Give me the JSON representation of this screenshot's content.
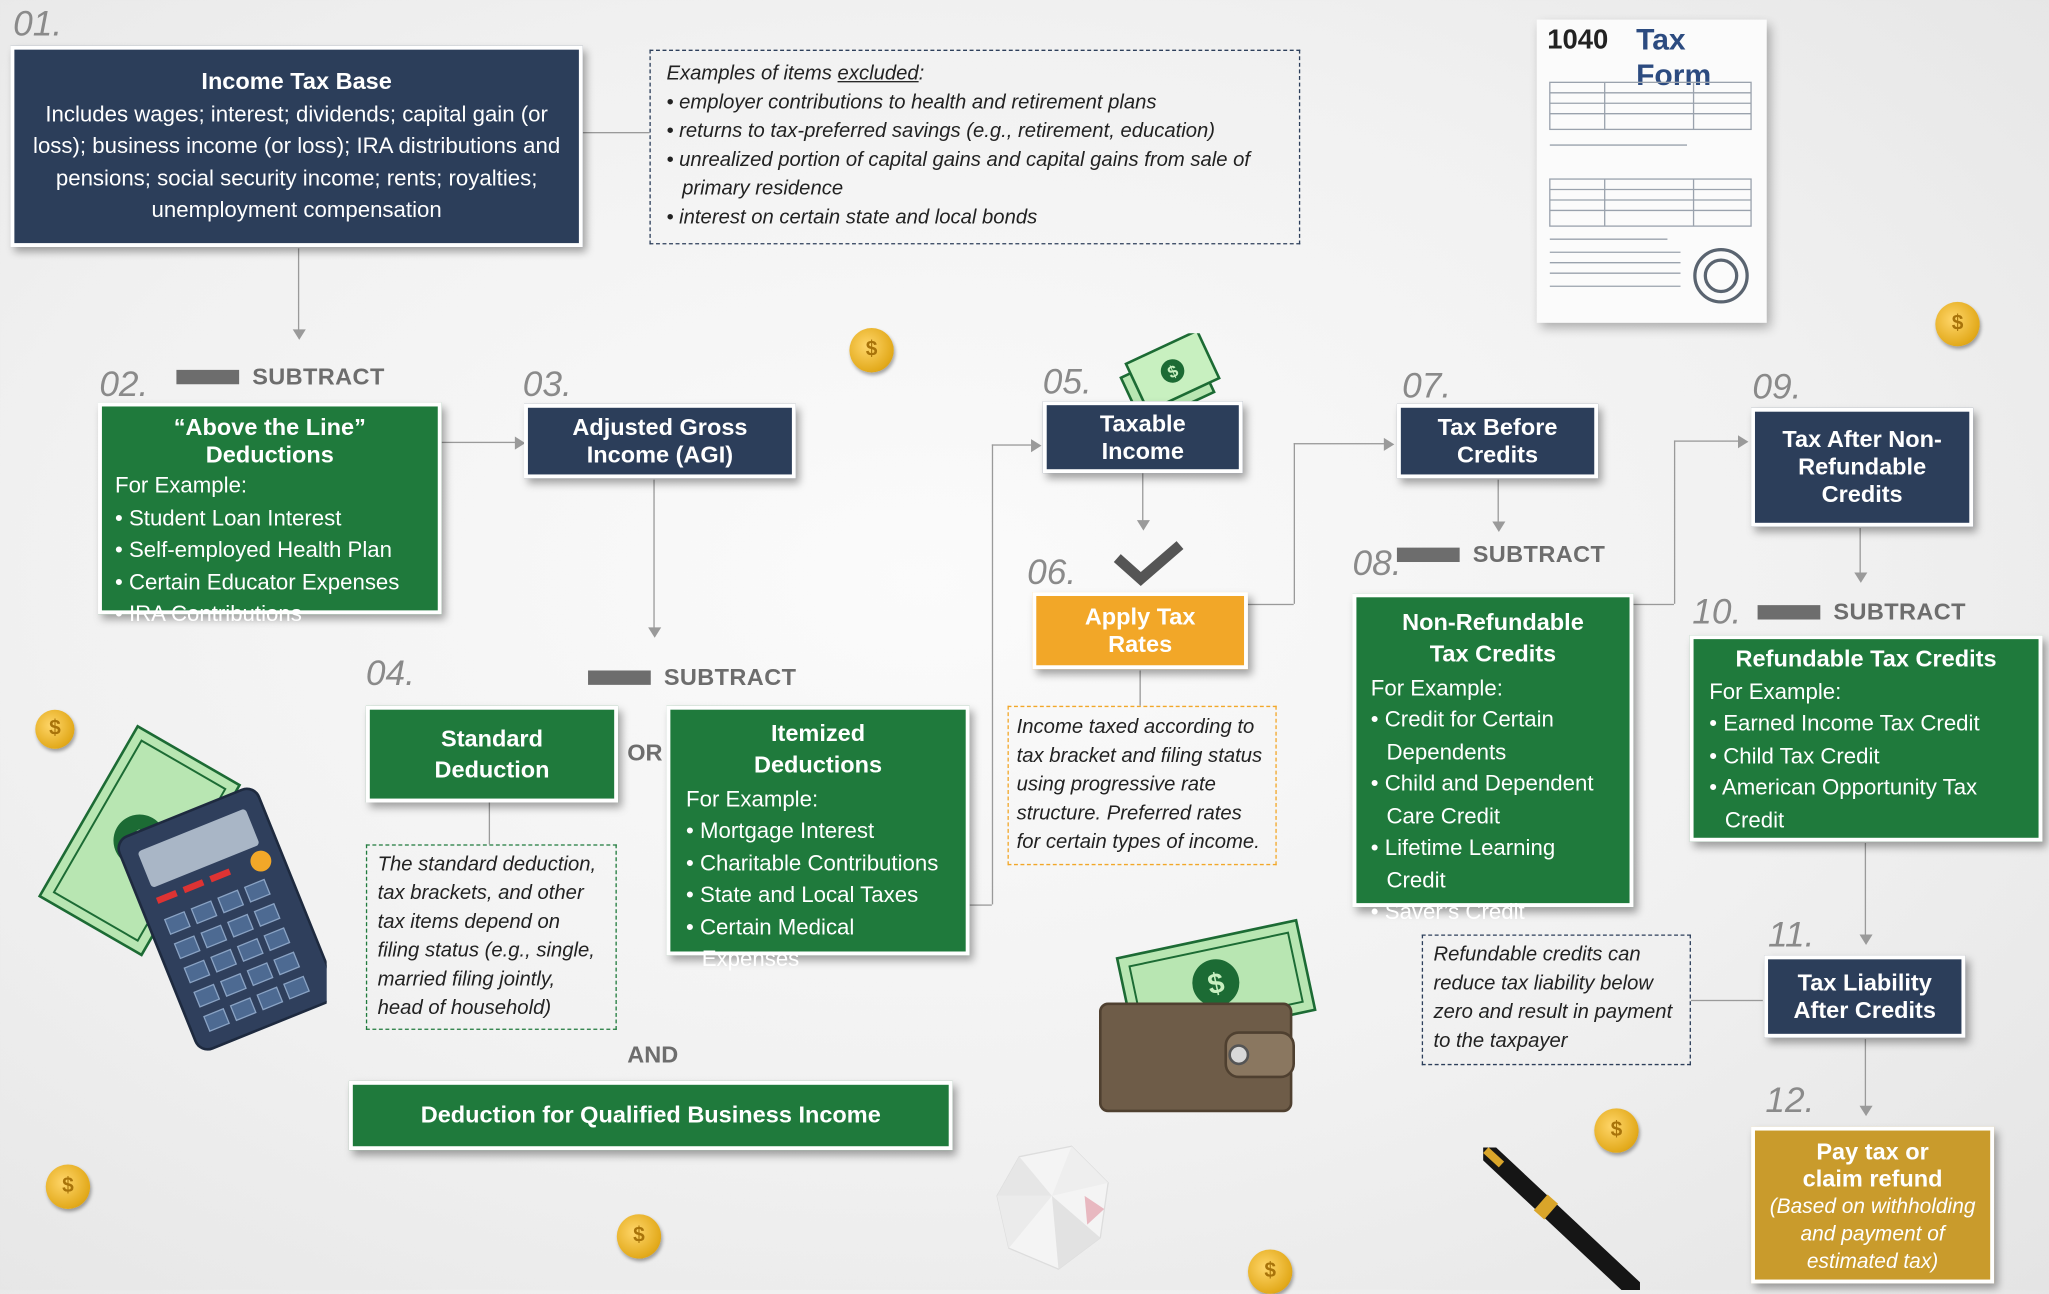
{
  "step_numbers": {
    "s01": "01.",
    "s02": "02.",
    "s03": "03.",
    "s04": "04.",
    "s05": "05.",
    "s06": "06.",
    "s07": "07.",
    "s08": "08.",
    "s09": "09.",
    "s10": "10.",
    "s11": "11.",
    "s12": "12."
  },
  "income_tax_base": {
    "title": "Income Tax Base",
    "body": "Includes wages; interest; dividends; capital gain (or loss); business income (or loss); IRA distributions and pensions; social security income; rents; royalties; unemployment compensation"
  },
  "excluded": {
    "heading_prefix": "Examples of items ",
    "heading_emph": "excluded",
    "heading_suffix": ":",
    "items": [
      "employer contributions to health and retirement plans",
      "returns to tax-preferred savings (e.g., retirement, education)",
      "unrealized portion of capital gains and capital gains from sale of primary residence",
      "interest on certain state and local bonds"
    ]
  },
  "tax_form": {
    "number": "1040",
    "label": "Tax Form"
  },
  "subtract_label": "SUBTRACT",
  "above_line": {
    "title": "“Above the Line” Deductions",
    "for_example": "For Example:",
    "items": [
      "Student Loan Interest",
      "Self-employed Health Plan",
      "Certain Educator Expenses",
      "IRA Contributions"
    ]
  },
  "agi": {
    "title": "Adjusted Gross Income (AGI)"
  },
  "standard_deduction": {
    "title": "Standard Deduction"
  },
  "or_label": "OR",
  "itemized": {
    "title": "Itemized Deductions",
    "for_example": "For Example:",
    "items": [
      "Mortgage Interest",
      "Charitable Contributions",
      "State and Local Taxes",
      "Certain Medical Expenses"
    ]
  },
  "standard_note": "The standard deduction, tax brackets, and other tax items depend on filing status (e.g., single, married filing jointly, head of household)",
  "and_label": "AND",
  "qbi": {
    "title": "Deduction for Qualified Business Income"
  },
  "taxable_income": {
    "title": "Taxable Income"
  },
  "apply_rates": {
    "title": "Apply Tax Rates"
  },
  "rates_note": "Income taxed according to tax bracket and filing status using progressive rate structure. Preferred rates for certain types of income.",
  "tax_before_credits": {
    "title": "Tax Before Credits"
  },
  "nonrefundable": {
    "title": "Non-Refundable Tax Credits",
    "for_example": "For Example:",
    "items": [
      "Credit for Certain Dependents",
      "Child and Dependent Care Credit",
      "Lifetime Learning Credit",
      "Saver’s Credit"
    ]
  },
  "tax_after_nonrefundable": {
    "title": "Tax After Non-Refundable Credits"
  },
  "refundable": {
    "title": "Refundable Tax Credits",
    "for_example": "For Example:",
    "items": [
      "Earned Income Tax Credit",
      "Child Tax Credit",
      "American Opportunity Tax Credit"
    ]
  },
  "refundable_note": "Refundable credits can reduce tax liability below zero and result in payment to the taxpayer",
  "tax_liability": {
    "title": "Tax Liability After Credits"
  },
  "pay_or_refund": {
    "title": "Pay tax or claim refund",
    "detail": "(Based on withholding and payment of estimated tax)"
  },
  "colors": {
    "navy": "#2c3e5a",
    "green": "#1f7a3c",
    "orange": "#f2a728",
    "gold": "#c99b2c"
  }
}
